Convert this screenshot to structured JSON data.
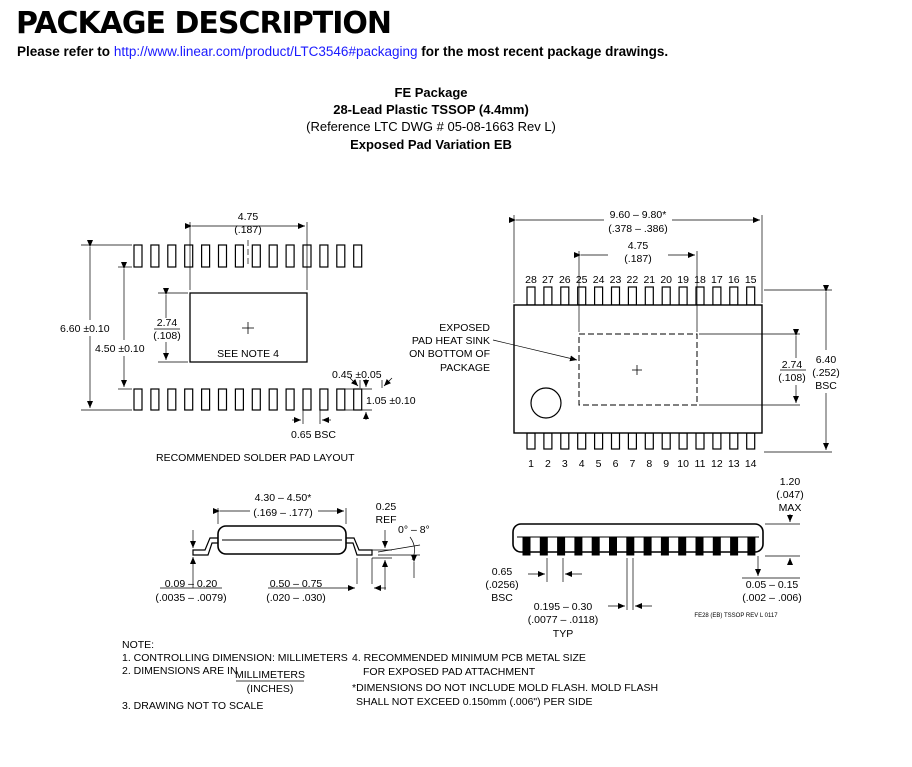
{
  "title": "PACKAGE DESCRIPTION",
  "intro": {
    "prefix": "Please refer to",
    "link": "http://www.linear.com/product/LTC3546#packaging",
    "suffix": "for the most recent package drawings."
  },
  "package": {
    "name": "FE Package",
    "subtitle": "28-Lead Plastic TSSOP (4.4mm)",
    "reference": "(Reference LTC DWG # 05-08-1663 Rev L)",
    "variation": "Exposed Pad Variation EB"
  },
  "pad_layout": {
    "caption": "RECOMMENDED SOLDER PAD LAYOUT",
    "dim_width": "4.75",
    "dim_width_in": "(.187)",
    "dim_total_height": "6.60 ±0.10",
    "dim_inner_height": "4.50 ±0.10",
    "dim_pad_height": "2.74",
    "dim_pad_height_in": "(.108)",
    "note_ref": "SEE NOTE 4",
    "dim_pad_width": "0.45 ±0.05",
    "dim_pad_length": "1.05 ±0.10",
    "dim_pitch": "0.65 BSC"
  },
  "top_view": {
    "dim_length": "9.60 – 9.80*",
    "dim_length_in": "(.378 – .386)",
    "dim_pad_width": "4.75",
    "dim_pad_width_in": "(.187)",
    "top_pins": [
      "28",
      "27",
      "26",
      "25",
      "24",
      "23",
      "22",
      "21",
      "20",
      "19",
      "18",
      "17",
      "16",
      "15"
    ],
    "bottom_pins": [
      "1",
      "2",
      "3",
      "4",
      "5",
      "6",
      "7",
      "8",
      "9",
      "10",
      "11",
      "12",
      "13",
      "14"
    ],
    "heat_sink_label": [
      "EXPOSED",
      "PAD HEAT SINK",
      "ON BOTTOM OF",
      "PACKAGE"
    ],
    "dim_pad_height": "2.74",
    "dim_pad_height_in": "(.108)",
    "dim_body_width": "6.40",
    "dim_body_width_in": "(.252)",
    "dim_body_width_note": "BSC"
  },
  "side_view": {
    "dim_body": "4.30 – 4.50*",
    "dim_body_in": "(.169 – .177)",
    "dim_ref": "0.25",
    "dim_ref_note": "REF",
    "angle": "0° – 8°",
    "dim_lead_thick": "0.09 – 0.20",
    "dim_lead_thick_in": "(.0035 – .0079)",
    "dim_foot": "0.50 – 0.75",
    "dim_foot_in": "(.020 – .030)"
  },
  "front_view": {
    "dim_height": "1.20",
    "dim_height_in": "(.047)",
    "dim_height_note": "MAX",
    "dim_pitch": "0.65",
    "dim_pitch_in": "(.0256)",
    "dim_pitch_note": "BSC",
    "dim_lead_width": "0.195 – 0.30",
    "dim_lead_width_in": "(.0077 – .0118)",
    "dim_lead_width_note": "TYP",
    "dim_standoff": "0.05 – 0.15",
    "dim_standoff_in": "(.002 – .006)",
    "drawing_id": "FE28 (EB) TSSOP REV L 0117"
  },
  "notes": {
    "heading": "NOTE:",
    "n1": "1. CONTROLLING DIMENSION: MILLIMETERS",
    "n2_prefix": "2. DIMENSIONS ARE IN",
    "n2_unit_top": "MILLIMETERS",
    "n2_unit_bottom": "(INCHES)",
    "n3": "3. DRAWING NOT TO SCALE",
    "n4_line1": "4. RECOMMENDED MINIMUM PCB METAL SIZE",
    "n4_line2": "FOR EXPOSED PAD ATTACHMENT",
    "n5_line1": "*DIMENSIONS DO NOT INCLUDE MOLD FLASH. MOLD FLASH",
    "n5_line2": "SHALL NOT EXCEED 0.150mm (.006\") PER SIDE"
  }
}
